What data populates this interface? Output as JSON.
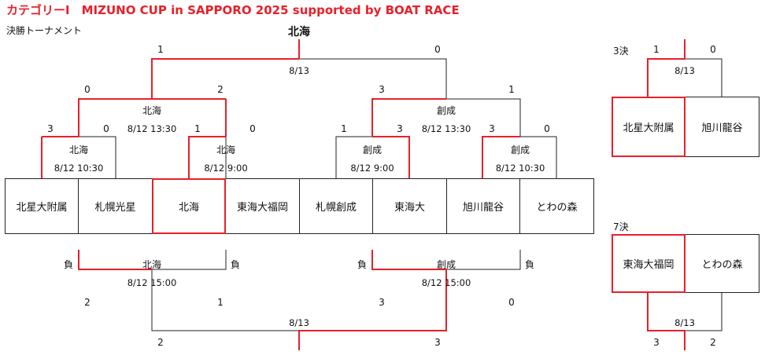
{
  "title": "カテゴリーⅠ　MIZUNO CUP in SAPPORO 2025 supported by BOAT RACE",
  "subtitle": "決勝トーナメント",
  "colors": {
    "win_line": "#e8202a",
    "line": "#222222"
  },
  "main": {
    "champion": "北海",
    "final": {
      "date": "8/13",
      "score_left": "1",
      "score_right": "0"
    },
    "semi_left": {
      "winner": "北海",
      "date": "8/12 13:30",
      "score_left": "0",
      "score_right": "2"
    },
    "semi_right": {
      "winner": "創成",
      "date": "8/12 13:30",
      "score_left": "3",
      "score_right": "1"
    },
    "qf1": {
      "winner": "北海",
      "date": "8/12 10:30",
      "score_left": "3",
      "score_right": "0"
    },
    "qf2": {
      "winner": "北海",
      "date": "8/12 9:00",
      "score_left": "1",
      "score_right": "0"
    },
    "qf3": {
      "winner": "創成",
      "date": "8/12 9:00",
      "score_left": "1",
      "score_right": "3"
    },
    "qf4": {
      "winner": "創成",
      "date": "8/12 10:30",
      "score_left": "3",
      "score_right": "0"
    },
    "teams": [
      "北星大附属",
      "札幌光星",
      "北海",
      "東海大福岡",
      "札幌創成",
      "東海大",
      "旭川龍谷",
      "とわの森"
    ]
  },
  "consolation": {
    "loser_label": "負",
    "left": {
      "winner": "北海",
      "date": "8/12 15:00",
      "score_left": "2",
      "score_right": "1"
    },
    "right": {
      "winner": "創成",
      "date": "8/12 15:00",
      "score_left": "3",
      "score_right": "0"
    },
    "final": {
      "date": "8/13",
      "score_left": "2",
      "score_right": "3"
    }
  },
  "third_place": {
    "label": "3決",
    "date": "8/13",
    "score_left": "1",
    "score_right": "0",
    "teams": [
      "北星大附属",
      "旭川龍谷"
    ]
  },
  "seventh_place": {
    "label": "7決",
    "date": "8/13",
    "score_left": "3",
    "score_right": "2",
    "teams": [
      "東海大福岡",
      "とわの森"
    ]
  }
}
